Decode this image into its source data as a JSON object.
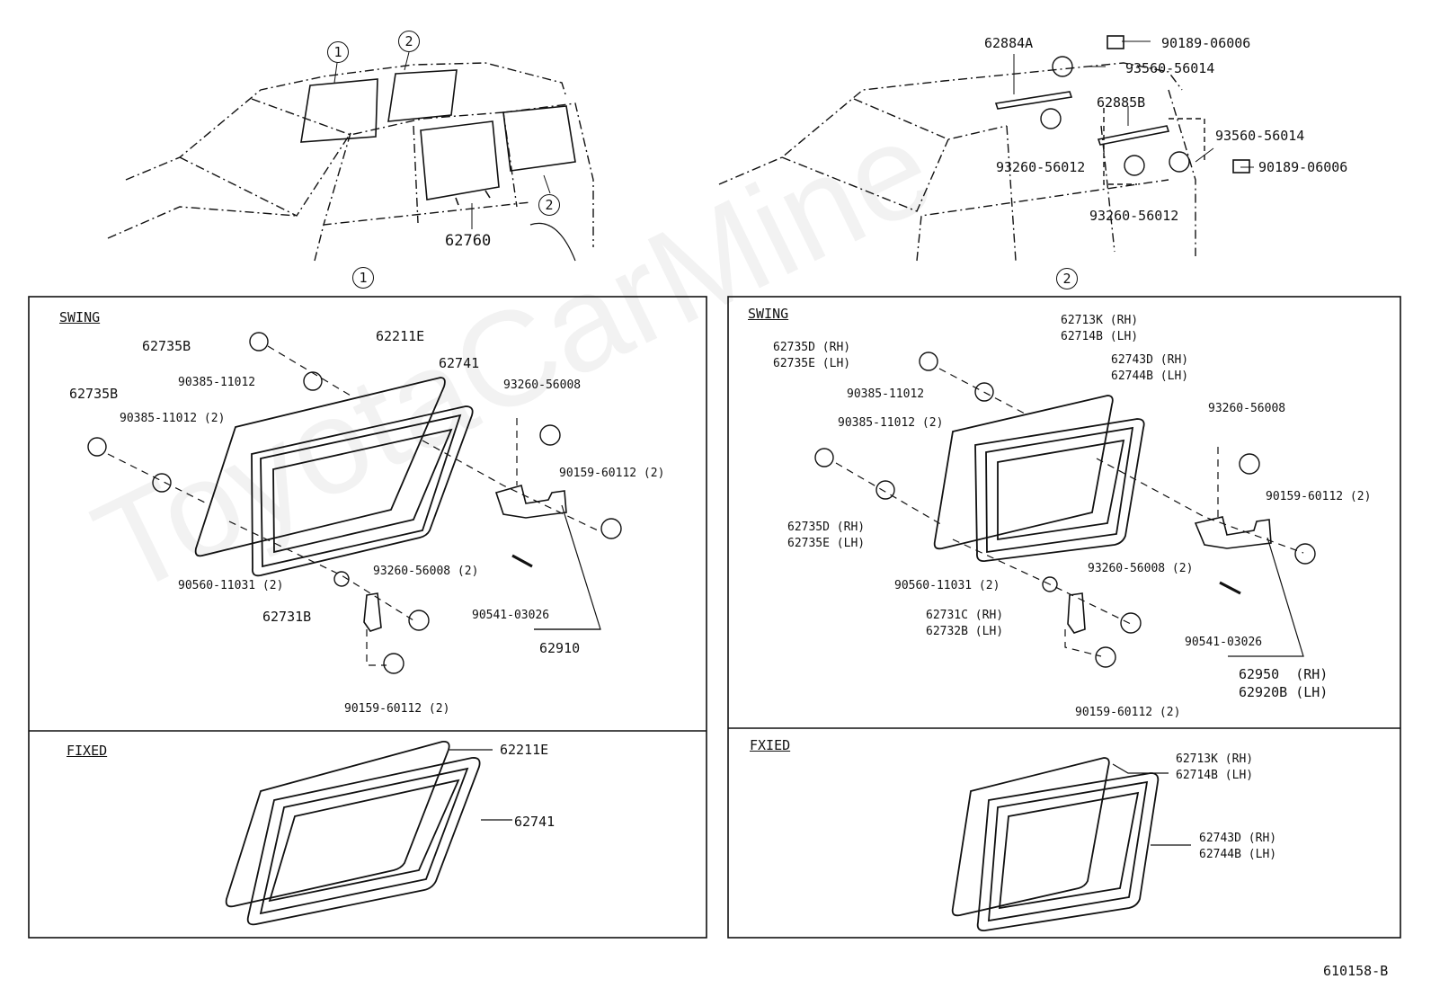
{
  "watermark": "ToyotaCarMine",
  "figure_id": "610158-B",
  "callouts": {
    "one": "1",
    "two": "2"
  },
  "left_overview": {
    "part": "62760"
  },
  "right_overview": {
    "p1": "62884A",
    "p2": "90189-06006",
    "p3": "93560-56014",
    "p4": "62885B",
    "p5": "93560-56014",
    "p6": "90189-06006",
    "p7": "93260-56012",
    "p8": "93260-56012"
  },
  "left_swing": {
    "title": "SWING",
    "labels": [
      "62735B",
      "90385-11012",
      "62735B",
      "90385-11012 (2)",
      "62211E",
      "62741",
      "93260-56008",
      "90159-60112 (2)",
      "90560-11031 (2)",
      "93260-56008 (2)",
      "62731B",
      "90541-03026",
      "62910",
      "90159-60112 (2)"
    ]
  },
  "left_fixed": {
    "title": "FIXED",
    "labels": [
      "62211E",
      "62741"
    ]
  },
  "right_swing": {
    "title": "SWING",
    "labels": [
      "62713K (RH)",
      "62714B (LH)",
      "62735D (RH)",
      "62735E (LH)",
      "62743D (RH)",
      "62744B (LH)",
      "90385-11012",
      "90385-11012 (2)",
      "93260-56008",
      "90159-60112 (2)",
      "62735D (RH)",
      "62735E (LH)",
      "90560-11031 (2)",
      "93260-56008 (2)",
      "62731C (RH)",
      "62732B (LH)",
      "90541-03026",
      "62950  (RH)",
      "62920B (LH)",
      "90159-60112 (2)"
    ]
  },
  "right_fixed": {
    "title": "FXIED",
    "labels": [
      "62713K (RH)",
      "62714B (LH)",
      "62743D (RH)",
      "62744B (LH)"
    ]
  }
}
